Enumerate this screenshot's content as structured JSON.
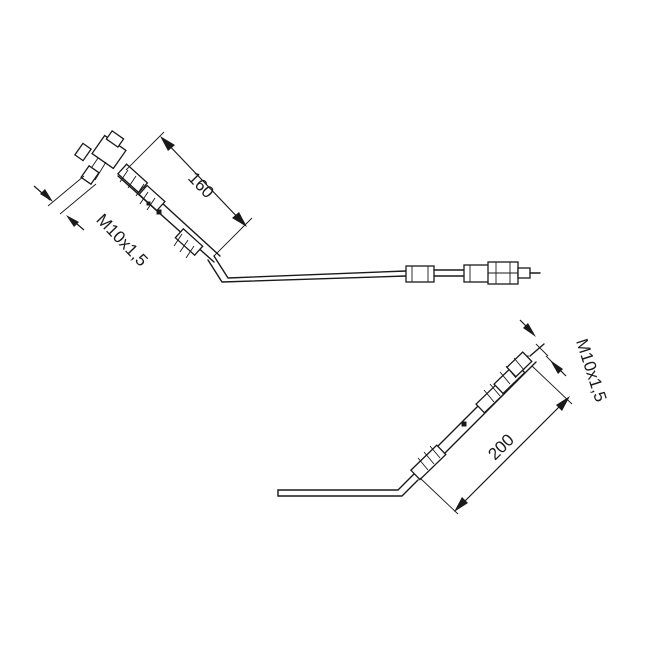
{
  "diagram": {
    "upper_hose": {
      "length_label": "160",
      "thread_label": "M10x1,5"
    },
    "lower_hose": {
      "length_label": "200",
      "thread_label": "M10x1,5"
    }
  }
}
